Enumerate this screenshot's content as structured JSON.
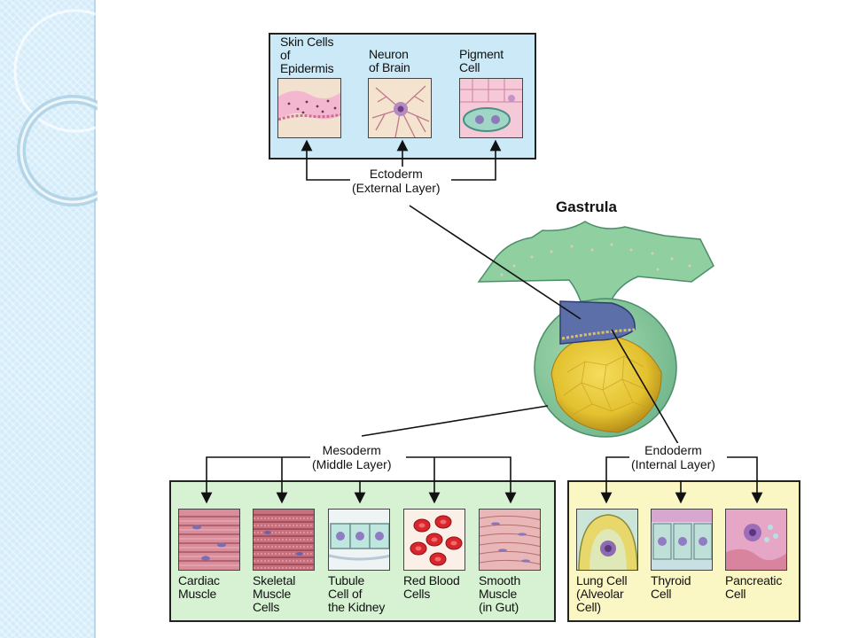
{
  "title": "Gastrula",
  "ectoderm": {
    "label": "Ectoderm\n(External Layer)",
    "cells": [
      {
        "label": "Skin Cells\nof\nEpidermis"
      },
      {
        "label": "Neuron\nof Brain"
      },
      {
        "label": "Pigment\nCell"
      }
    ]
  },
  "mesoderm": {
    "label": "Mesoderm\n(Middle Layer)",
    "cells": [
      {
        "label": "Cardiac\nMuscle"
      },
      {
        "label": "Skeletal\nMuscle\nCells"
      },
      {
        "label": "Tubule\nCell of\nthe Kidney"
      },
      {
        "label": "Red Blood\nCells"
      },
      {
        "label": "Smooth\nMuscle\n(in Gut)"
      }
    ]
  },
  "endoderm": {
    "label": "Endoderm\n(Internal Layer)",
    "cells": [
      {
        "label": "Lung Cell\n(Alveolar\nCell)"
      },
      {
        "label": "Thyroid\nCell"
      },
      {
        "label": "Pancreatic\nCell"
      }
    ]
  },
  "colors": {
    "ectoderm_box": "#cce9f7",
    "mesoderm_box": "#d6f2d3",
    "endoderm_box": "#fbf7c4",
    "gastrula_outer": "#8fd0a0",
    "gastrula_yolk": "#e3c12f",
    "gastrula_cavity": "#5d6fa8"
  }
}
